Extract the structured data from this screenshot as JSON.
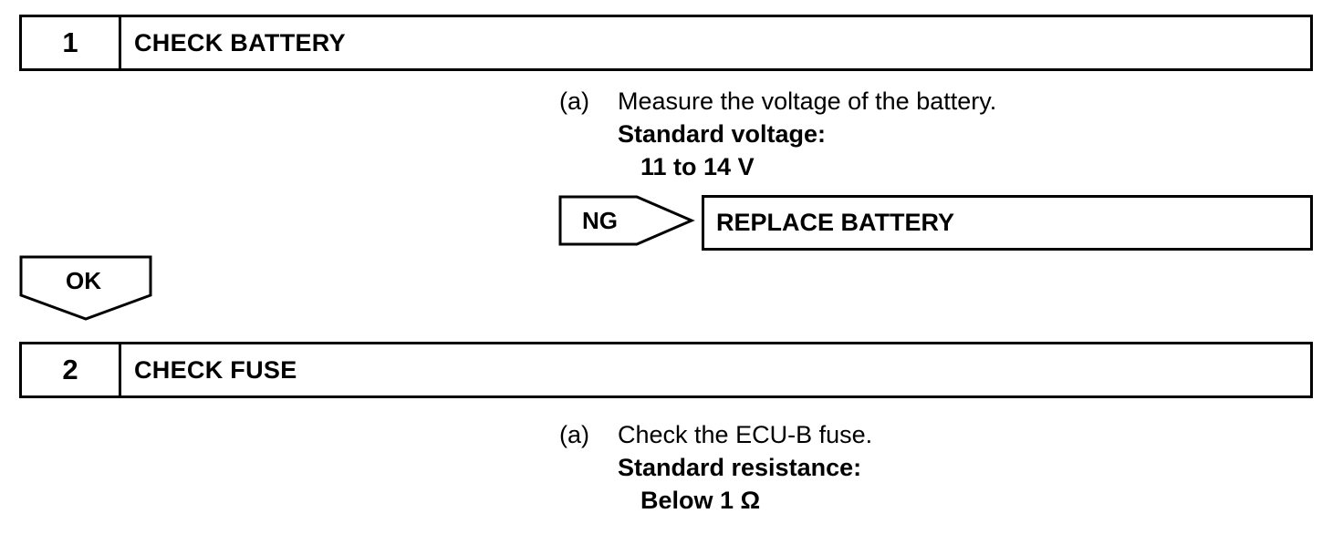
{
  "steps": [
    {
      "number": "1",
      "title": "CHECK BATTERY",
      "instruction": {
        "label": "(a)",
        "text": "Measure the voltage of the battery.",
        "spec_label": "Standard voltage:",
        "spec_value": "11 to 14 V"
      },
      "ng_label": "NG",
      "ng_action": "REPLACE BATTERY",
      "ok_label": "OK"
    },
    {
      "number": "2",
      "title": "CHECK FUSE",
      "instruction": {
        "label": "(a)",
        "text": "Check the ECU-B fuse.",
        "spec_label": "Standard resistance:",
        "spec_value": "Below 1 Ω"
      }
    }
  ]
}
